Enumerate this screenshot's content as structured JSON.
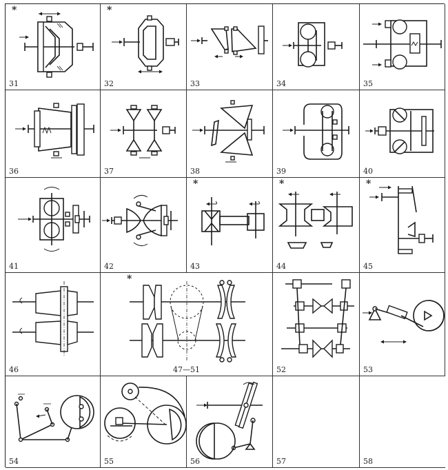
{
  "figure": {
    "cells": [
      {
        "label": "31",
        "starred": true
      },
      {
        "label": "32",
        "starred": true
      },
      {
        "label": "33",
        "starred": false
      },
      {
        "label": "34",
        "starred": false
      },
      {
        "label": "35",
        "starred": false
      },
      {
        "label": "36",
        "starred": false
      },
      {
        "label": "37",
        "starred": false
      },
      {
        "label": "38",
        "starred": false
      },
      {
        "label": "39",
        "starred": false
      },
      {
        "label": "40",
        "starred": false
      },
      {
        "label": "41",
        "starred": false
      },
      {
        "label": "42",
        "starred": false
      },
      {
        "label": "43",
        "starred": true
      },
      {
        "label": "44",
        "starred": true
      },
      {
        "label": "45",
        "starred": true
      },
      {
        "label": "46",
        "starred": false
      },
      {
        "label": "47—51",
        "starred": true
      },
      {
        "label": "52",
        "starred": false
      },
      {
        "label": "53",
        "starred": false
      },
      {
        "label": "54",
        "starred": false
      },
      {
        "label": "55",
        "starred": false
      },
      {
        "label": "56",
        "starred": false
      },
      {
        "label": "57",
        "starred": false
      },
      {
        "label": "58",
        "starred": false
      }
    ],
    "star_symbol": "*"
  }
}
